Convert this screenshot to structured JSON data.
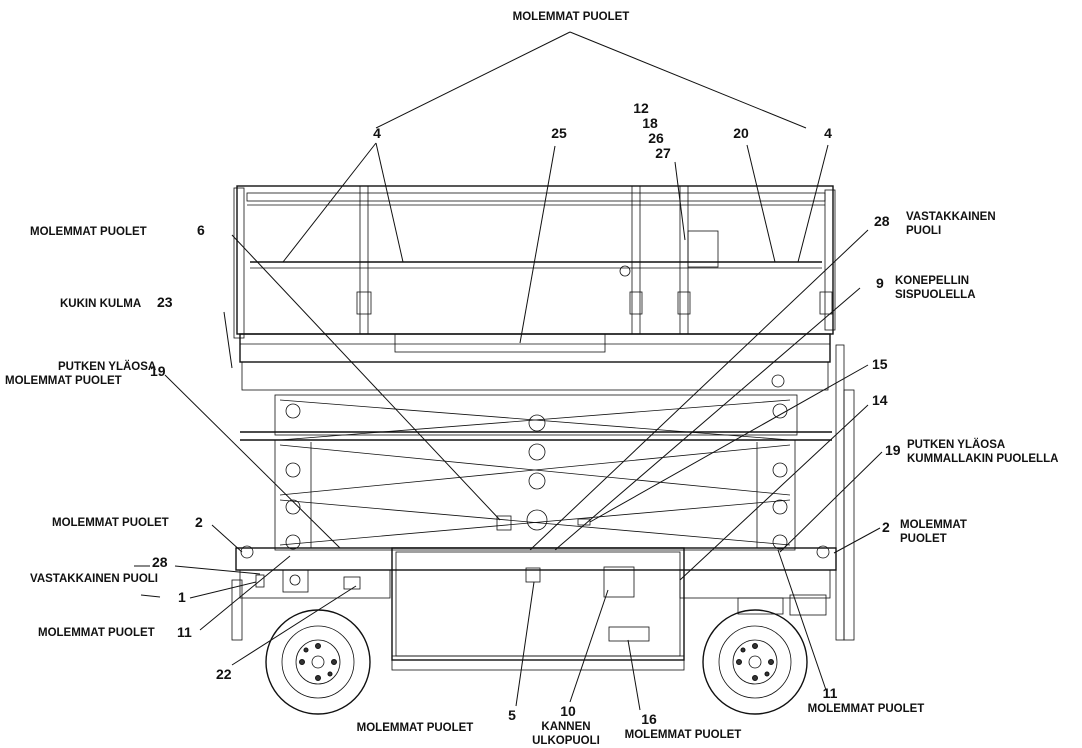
{
  "labels": {
    "top": "MOLEMMAT PUOLET",
    "n4_left": "4",
    "n25": "25",
    "n12": "12",
    "n18": "18",
    "n26": "26",
    "n27": "27",
    "n20": "20",
    "n4_right": "4",
    "l6_text": "MOLEMMAT PUOLET",
    "n6": "6",
    "n28_top": "28",
    "l28_top_1": "VASTAKKAINEN",
    "l28_top_2": "PUOLI",
    "n9": "9",
    "l9_1": "KONEPELLIN",
    "l9_2": "SISPUOLELLA",
    "l23_text": "KUKIN KULMA",
    "n23": "23",
    "l19_left_1": "PUTKEN YLÄOSA",
    "l19_left_2": "MOLEMMAT PUOLET",
    "n19_left": "19",
    "n15": "15",
    "n14": "14",
    "n19_right": "19",
    "l19_right_1": "PUTKEN YLÄOSA",
    "l19_right_2": "KUMMALLAKIN PUOLELLA",
    "l2_left_text": "MOLEMMAT PUOLET",
    "n2_left": "2",
    "n2_right": "2",
    "l2_right_1": "MOLEMMAT",
    "l2_right_2": "PUOLET",
    "n28_left": "28",
    "l28_left_text": "VASTAKKAINEN PUOLI",
    "n1": "1",
    "l11_left_text": "MOLEMMAT PUOLET",
    "n11_left": "11",
    "n22": "22",
    "n5": "5",
    "l5_text": "MOLEMMAT PUOLET",
    "n10": "10",
    "l10_1": "KANNEN",
    "l10_2": "ULKOPUOLI",
    "n16": "16",
    "l16_text": "MOLEMMAT PUOLET",
    "n11_right": "11",
    "l11_right_text": "MOLEMMAT PUOLET"
  }
}
